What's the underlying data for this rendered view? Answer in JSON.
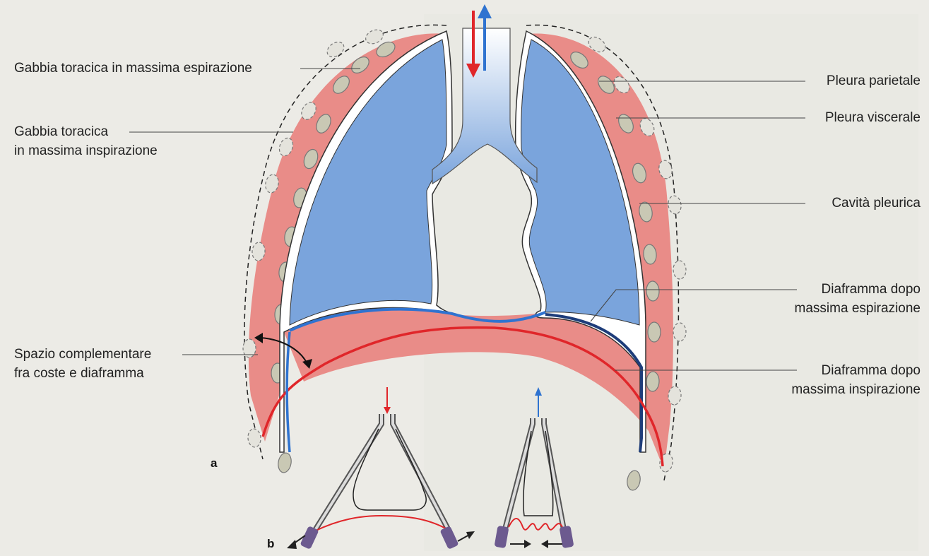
{
  "labels": {
    "left": {
      "cage_expiration": "Gabbia toracica in massima espirazione",
      "cage_inspiration_line1": "Gabbia toracica",
      "cage_inspiration_line2": "in massima inspirazione",
      "recess_line1": "Spazio complementare",
      "recess_line2": "fra coste e diaframma"
    },
    "right": {
      "parietal_pleura": "Pleura parietale",
      "visceral_pleura": "Pleura viscerale",
      "pleural_cavity": "Cavità pleurica",
      "diaphragm_exp_line1": "Diaframma dopo",
      "diaphragm_exp_line2": "massima espirazione",
      "diaphragm_insp_line1": "Diaframma dopo",
      "diaphragm_insp_line2": "massima inspirazione"
    }
  },
  "panels": {
    "a": "a",
    "b": "b"
  },
  "colors": {
    "lung": "#7aa4dc",
    "pleura_space": "#e98c88",
    "inspiration_line": "#e0262a",
    "expiration_line": "#2f73d0",
    "rib": "#c9c8b4",
    "label_text": "#222222"
  },
  "icons": [
    "inflow-arrow-icon",
    "outflow-arrow-icon"
  ]
}
